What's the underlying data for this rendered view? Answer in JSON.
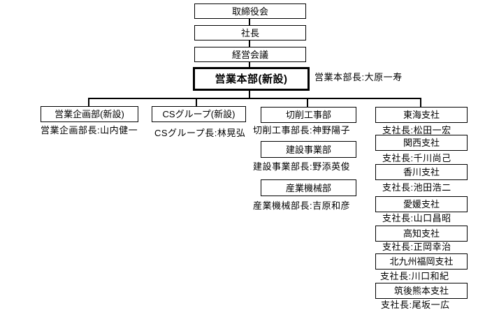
{
  "page": {
    "background_color": "#ffffff",
    "line_color": "#000000",
    "text_color": "#000000"
  },
  "org_chart": {
    "hierarchy_top": [
      {
        "label": "取締役会"
      },
      {
        "label": "社長"
      },
      {
        "label": "経営会議"
      }
    ],
    "root": {
      "label": "営業本部(新設)",
      "manager_label": "営業本部長:大原一寿"
    },
    "branches": [
      {
        "nodes": [
          {
            "label": "営業企画部(新設)",
            "manager_label": "営業企画部長:山内健一"
          }
        ]
      },
      {
        "nodes": [
          {
            "label": "CSグループ(新設)",
            "manager_label": "CSグループ長:林晃弘"
          }
        ]
      },
      {
        "nodes": [
          {
            "label": "切削工事部",
            "manager_label": "切削工事部長:神野陽子"
          },
          {
            "label": "建設事業部",
            "manager_label": "建設事業部長:野添英俊"
          },
          {
            "label": "産業機械部",
            "manager_label": "産業機械部長:吉原和彦"
          }
        ]
      },
      {
        "nodes": [
          {
            "label": "東海支社",
            "manager_label": "支社長:松田一宏"
          },
          {
            "label": "関西支社",
            "manager_label": "支社長:千川尚己"
          },
          {
            "label": "香川支社",
            "manager_label": "支社長:池田浩二"
          },
          {
            "label": "愛媛支社",
            "manager_label": "支社長:山口昌昭"
          },
          {
            "label": "高知支社",
            "manager_label": "支社長:正岡幸治"
          },
          {
            "label": "北九州福岡支社",
            "manager_label": "支社長:川口和紀"
          },
          {
            "label": "筑後熊本支社",
            "manager_label": "支社長:尾坂一広"
          }
        ]
      }
    ]
  }
}
